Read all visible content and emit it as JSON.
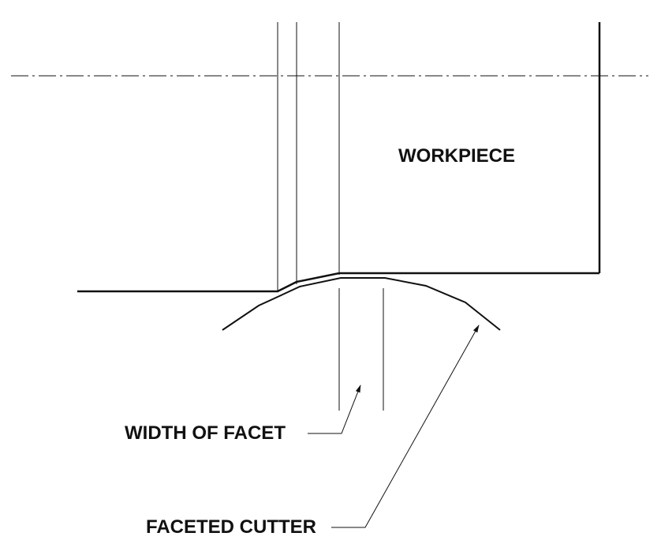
{
  "labels": {
    "workpiece": "WORKPIECE",
    "width_of_facet": "WIDTH OF FACET",
    "faceted_cutter": "FACETED CUTTER"
  },
  "colors": {
    "line": "#111111",
    "background": "#ffffff"
  }
}
